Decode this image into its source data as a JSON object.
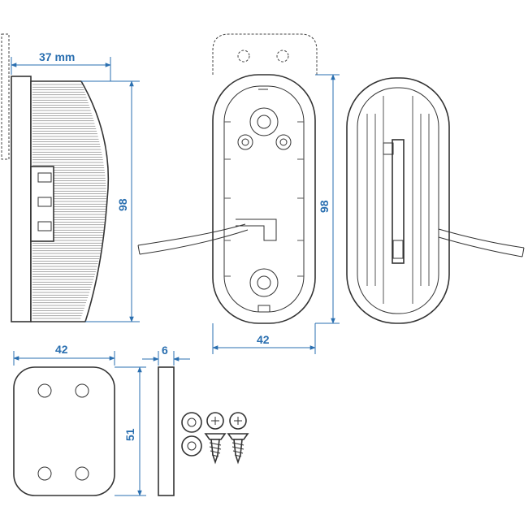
{
  "dimensions": {
    "side_width": "37 mm",
    "side_height": "98",
    "back_height": "98",
    "back_width": "42",
    "pad_width": "42",
    "pad_thickness": "6",
    "pad_height": "51"
  },
  "colors": {
    "dimension": "#2a6fb0",
    "outline": "#333333"
  }
}
